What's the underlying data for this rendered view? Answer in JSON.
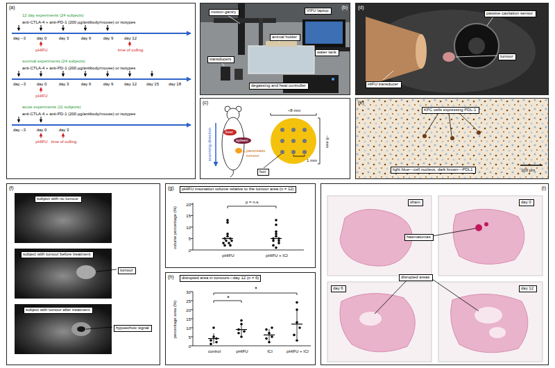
{
  "diagram": {
    "nodes": [
      {
        "text": [
          "(a)"
        ]
      },
      {
        "text": [
          "(b)"
        ]
      },
      {
        "text": [
          "motion gantry"
        ],
        "in": 1
      },
      {
        "text": [
          "VIFU laptop"
        ],
        "in": 1
      },
      {
        "text": [
          "animal holder"
        ],
        "in": 1
      },
      {
        "text": [
          "water tank"
        ],
        "in": 1
      },
      {
        "text": [
          "transducers"
        ],
        "in": 1
      },
      {
        "text": [
          "degassing and heat controller"
        ],
        "in": 1
      },
      {
        "text": [
          "(c)"
        ]
      },
      {
        "text": [
          "liver"
        ],
        "in": 8
      },
      {
        "text": [
          "spleen"
        ],
        "in": 8
      },
      {
        "text": [
          "foci"
        ],
        "in": 8
      },
      {
        "text": [
          "(d)"
        ]
      },
      {
        "text": [
          "passive cavitation sensor"
        ],
        "in": 12
      },
      {
        "text": [
          "tumour"
        ],
        "in": 12
      },
      {
        "text": [
          "HIFU transducer"
        ],
        "in": 12
      },
      {
        "text": [
          "(e)"
        ]
      },
      {
        "text": [
          "KPC cells expressing PDL-1"
        ],
        "in": 16
      },
      {
        "text": [
          "light blue—cell nucleus, dark brown—PDL1"
        ],
        "in": 16
      },
      {
        "text": [
          "(f)"
        ]
      },
      {
        "text": [
          "subject with no tumour"
        ],
        "in": 19
      },
      {
        "text": [
          "subject with tumour before treatment"
        ],
        "in": 19
      },
      {
        "text": [
          "tumour"
        ],
        "in": 19
      },
      {
        "text": [
          "subject with tumour after treatment"
        ],
        "in": 19
      },
      {
        "text": [
          "hypoechoic signal"
        ],
        "in": 19
      },
      {
        "text": [
          "(g)"
        ]
      },
      {
        "text": [
          "pHIFU insonation volume relative to the tumour area (n = 12)"
        ],
        "in": 25
      },
      {
        "text": [
          "(h)"
        ]
      },
      {
        "text": [
          "disrupted area in tumours—day 12 (n = 6)"
        ],
        "in": 27
      },
      {
        "text": [
          "(i)"
        ]
      },
      {
        "text": [
          "sham"
        ],
        "in": 29
      },
      {
        "text": [
          "day 0"
        ],
        "in": 29
      },
      {
        "text": [
          "haematomas"
        ],
        "in": 29
      },
      {
        "text": [
          "disrupted areas"
        ],
        "in": 29
      },
      {
        "text": [
          "day 6"
        ],
        "in": 29
      },
      {
        "text": [
          "day 12"
        ],
        "in": 29
      }
    ],
    "labels": [
      "12 day experiments (24 subjects)",
      "anti-CTLA-4 + anti-PD-1 (200 µg/antibody/mouse) or isotypes",
      "day −3",
      "day 0",
      "day 3",
      "day 6",
      "day 9",
      "day 12",
      "pHIFU",
      "time of culling",
      "survival experiments (24 subjects)",
      "anti-CTLA-4 + anti-PD-1 (200 µg/antibody/mouse) or isotypes",
      "day −3",
      "day 0",
      "day 3",
      "day 6",
      "day 9",
      "day 12",
      "day 15",
      "day 18",
      "pHIFU",
      "acute experiments (11 subjects)",
      "anti-CTLA-4 + anti-PD-1 (200 µg/antibody/mouse) or isotypes",
      "day −3",
      "day 0",
      "day 3",
      "pHIFU",
      "time of culling",
      "scanning direction",
      "pancreatic tumour",
      "~8 mm",
      "~8 mm",
      "1 mm",
      "100 µm",
      "volume percentage (%)",
      "0",
      "5",
      "10",
      "15",
      "20",
      "p = n.s.",
      "pHIFU",
      "pHIFU + ICI",
      "percentage area (%)",
      "0",
      "5",
      "10",
      "15",
      "20",
      "25",
      "30",
      "control",
      "pHIFU",
      "ICI",
      "pHIFU + ICI",
      "*",
      "*"
    ]
  }
}
